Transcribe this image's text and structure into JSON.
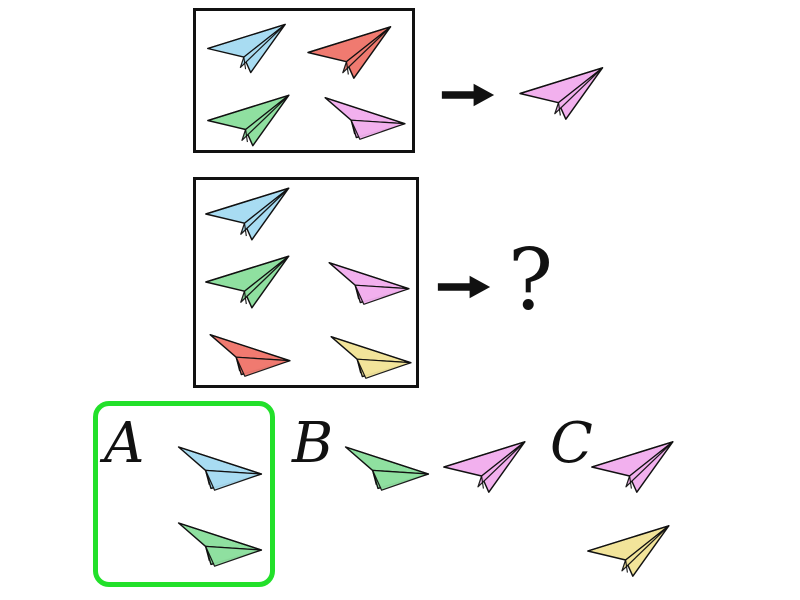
{
  "puzzle": {
    "question_mark": "?",
    "colors": {
      "blue": "#a8dcf2",
      "red": "#f07a70",
      "green": "#8fe0a0",
      "pink": "#f2b0ee",
      "yellow": "#f2e49a",
      "selection": "#22e02a"
    },
    "options": [
      {
        "label": "A",
        "selected": true
      },
      {
        "label": "B",
        "selected": false
      },
      {
        "label": "C",
        "selected": false
      }
    ]
  }
}
